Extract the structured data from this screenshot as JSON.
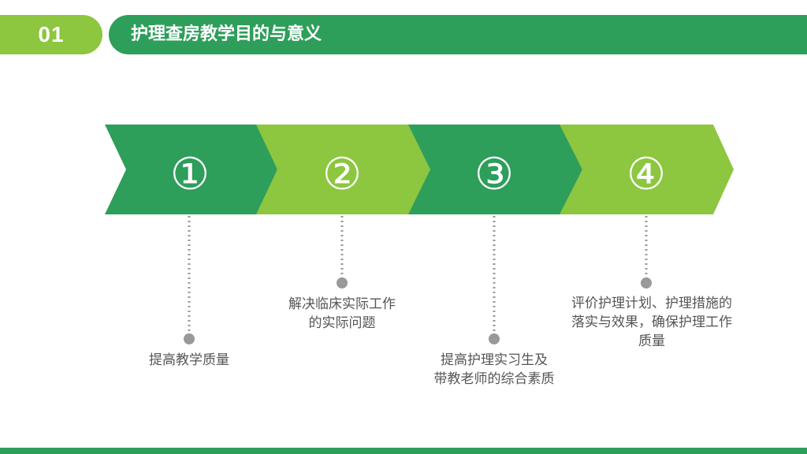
{
  "header": {
    "section_number": "01",
    "title": "护理查房教学目的与意义"
  },
  "colors": {
    "dark_green": "#2e9e5b",
    "light_green": "#8dc63f",
    "text_gray": "#555555",
    "dot_gray": "#999999"
  },
  "steps": [
    {
      "number": "①",
      "label_lines": [
        "提高教学质量"
      ]
    },
    {
      "number": "②",
      "label_lines": [
        "解决临床实际工作",
        "的实际问题"
      ]
    },
    {
      "number": "③",
      "label_lines": [
        "提高护理实习生及",
        "带教老师的综合素质"
      ]
    },
    {
      "number": "④",
      "label_lines": [
        "评价护理计划、护理措施的",
        "落实与效果，确保护理工作",
        "质量"
      ]
    }
  ]
}
